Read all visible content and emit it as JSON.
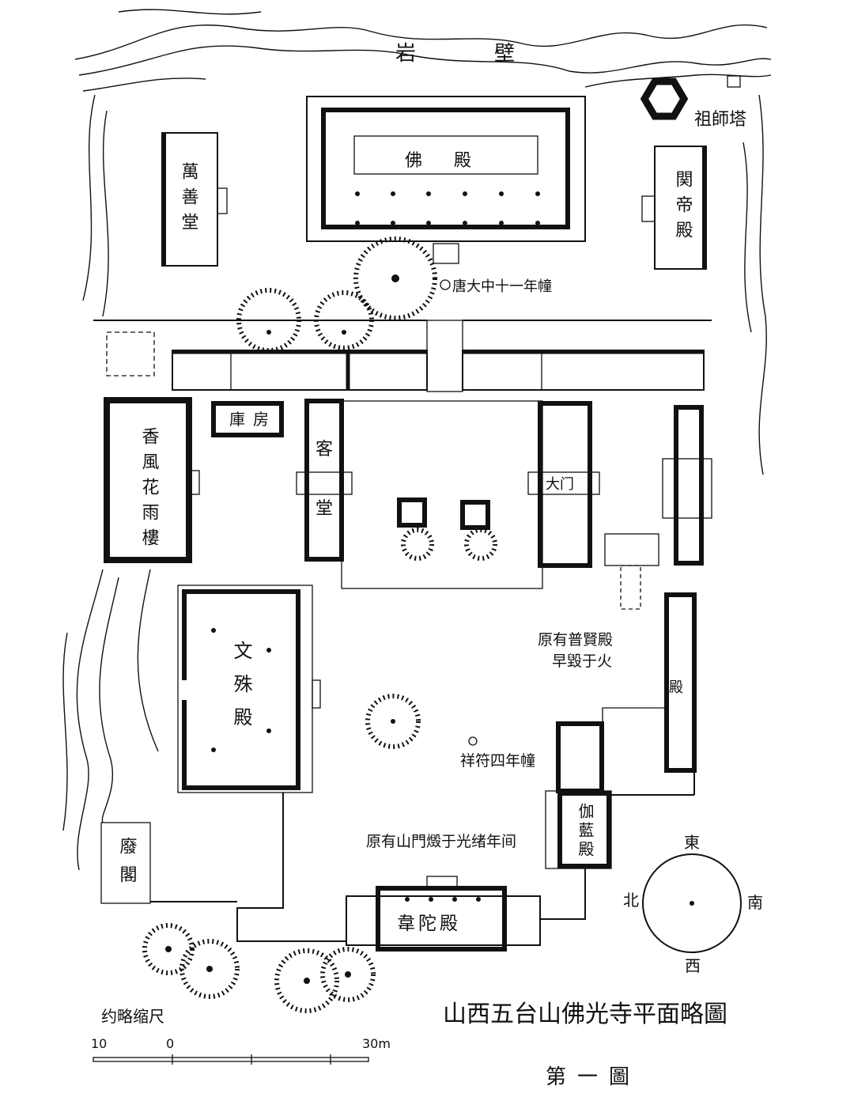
{
  "title": "山西五台山佛光寺平面略圖",
  "figure_label": "第一圖",
  "cliff": {
    "char1": "岩",
    "char2": "壁"
  },
  "buildings": {
    "main_hall": "佛殿",
    "wanshan_hall": "萬善堂",
    "guandi_hall": "関帝殿",
    "patriarch_pagoda": "祖師塔",
    "xiangfeng_tower": "香風花雨樓",
    "storehouse": "庫房",
    "guest_hall_1": "客",
    "guest_hall_2": "堂",
    "main_gate": "大门",
    "wenshu_hall": "文殊殿",
    "east_hall": "殿",
    "qielan_hall": "伽藍殿",
    "weituo_hall": "韋陀殿",
    "ruined_pavilion": "廢閣"
  },
  "annotations": {
    "tang_pillar": "唐大中十一年幢",
    "xiangfu_pillar": "祥符四年幢",
    "puxian_line1": "原有普賢殿",
    "puxian_line2": "早毀于火",
    "mountain_gate": "原有山門燬于光绪年间"
  },
  "compass": {
    "east": "東",
    "south": "南",
    "west": "西",
    "north": "北"
  },
  "scale": {
    "label": "约略缩尺",
    "left": "10",
    "zero": "0",
    "right": "30m"
  }
}
